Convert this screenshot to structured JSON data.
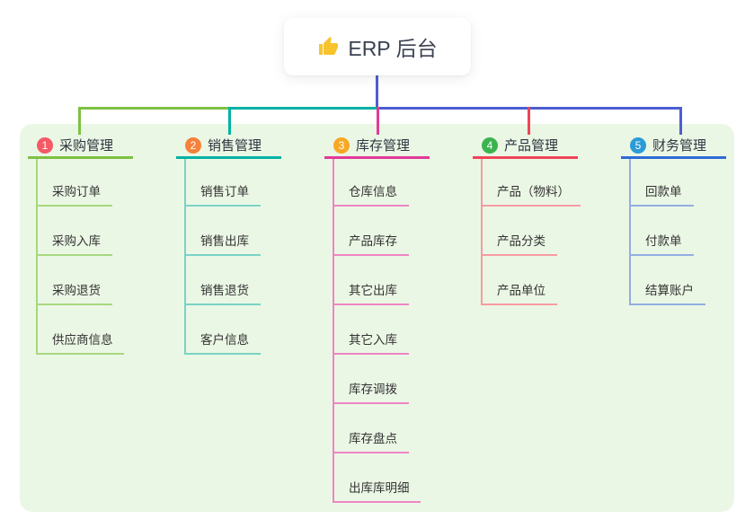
{
  "root": {
    "label": "ERP 后台",
    "icon": "thumbs-up-icon",
    "icon_color": "#f8c32c"
  },
  "canvas": {
    "background_color": "#ebf7e5"
  },
  "connectors": {
    "root_drop_color": "#4d5ed1",
    "bus_segments": [
      {
        "color": "#7dc142"
      },
      {
        "color": "#00b2a4"
      },
      {
        "color": "#4d5ed1"
      }
    ],
    "drop_colors": [
      "#7dc142",
      "#00b2a4",
      "#e23a97",
      "#ef4458",
      "#4d5ed1"
    ]
  },
  "branches": [
    {
      "number": "1",
      "label": "采购管理",
      "badge_color": "#f45a66",
      "line_color": "#7dc142",
      "child_line_color": "#a8d77f",
      "children": [
        "采购订单",
        "采购入库",
        "采购退货",
        "供应商信息"
      ]
    },
    {
      "number": "2",
      "label": "销售管理",
      "badge_color": "#f6813b",
      "line_color": "#00b2a4",
      "child_line_color": "#79d3c7",
      "children": [
        "销售订单",
        "销售出库",
        "销售退货",
        "客户信息"
      ]
    },
    {
      "number": "3",
      "label": "库存管理",
      "badge_color": "#f8a824",
      "line_color": "#e23a97",
      "child_line_color": "#ee85c4",
      "children": [
        "仓库信息",
        "产品库存",
        "其它出库",
        "其它入库",
        "库存调拨",
        "库存盘点",
        "出库库明细"
      ]
    },
    {
      "number": "4",
      "label": "产品管理",
      "badge_color": "#3bb44f",
      "line_color": "#ef4458",
      "child_line_color": "#f89ba3",
      "children": [
        "产品（物料）",
        "产品分类",
        "产品单位"
      ]
    },
    {
      "number": "5",
      "label": "财务管理",
      "badge_color": "#2b9bd7",
      "line_color": "#2e6bd6",
      "child_line_color": "#92aee3",
      "children": [
        "回款单",
        "付款单",
        "结算账户"
      ]
    }
  ]
}
